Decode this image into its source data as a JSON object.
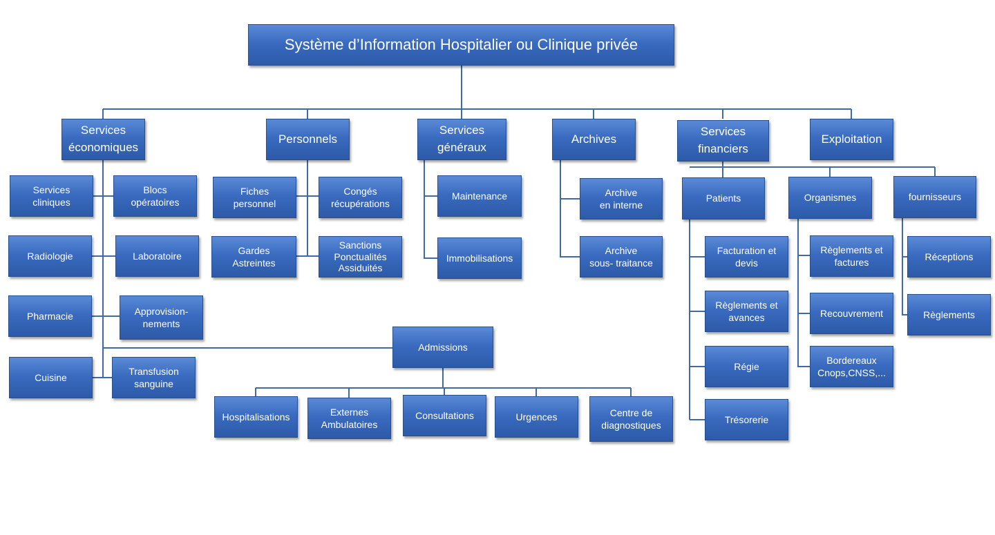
{
  "colors": {
    "node_fill": "#3a6bc0",
    "node_border": "#24508f",
    "connector": "#3f6aa8",
    "text": "#ffffff"
  },
  "root": "Système d’Information Hospitalier ou Clinique privée",
  "departments": {
    "eco": "Services\néconomiques",
    "pers": "Personnels",
    "gen": "Services\ngénéraux",
    "arch": "Archives",
    "fin": "Services\nfinanciers",
    "expl": "Exploitation"
  },
  "economiques": {
    "services_cliniques": "Services\ncliniques",
    "blocs": "Blocs\nopératoires",
    "radiologie": "Radiologie",
    "laboratoire": "Laboratoire",
    "pharmacie": "Pharmacie",
    "approvisionnements": "Approvision-\nnements",
    "cuisine": "Cuisine",
    "transfusion": "Transfusion\nsanguine"
  },
  "personnels": {
    "fiches": "Fiches\npersonnel",
    "conges": "Congés\nrécupérations",
    "gardes": "Gardes\nAstreintes",
    "sanctions": "Sanctions\nPonctualités\nAssiduités"
  },
  "generaux": {
    "maintenance": "Maintenance",
    "immobilisations": "Immobilisations"
  },
  "archives": {
    "interne": "Archive\nen interne",
    "sous_traitance": "Archive\nsous- traitance"
  },
  "admissions": {
    "title": "Admissions",
    "hospitalisations": "Hospitalisations",
    "externes": "Externes\nAmbulatoires",
    "consultations": "Consultations",
    "urgences": "Urgences",
    "centre": "Centre de\ndiagnostiques"
  },
  "financiers": {
    "patients": "Patients",
    "organismes": "Organismes",
    "fournisseurs": "fournisseurs",
    "facturation": "Facturation et\ndevis",
    "reglements_avances": "Règlements et\navances",
    "regie": "Régie",
    "tresorerie": "Trésorerie",
    "reglements_factures": "Règlements et\nfactures",
    "recouvrement": "Recouvrement",
    "bordereaux": "Bordereaux\nCnops,CNSS,...",
    "receptions": "Réceptions",
    "reglements": "Règlements"
  }
}
